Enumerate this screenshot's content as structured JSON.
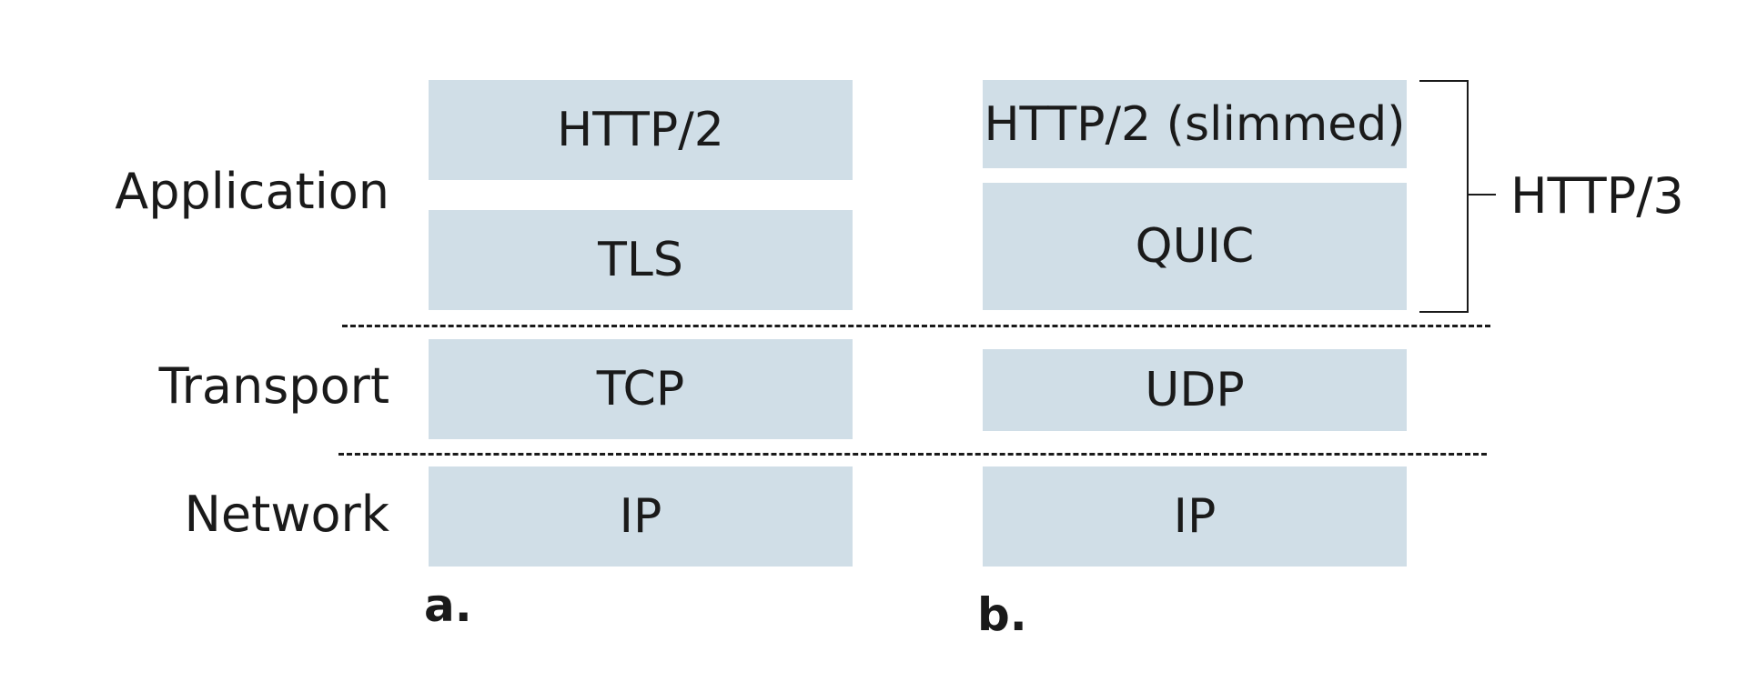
{
  "layers": {
    "application": "Application",
    "transport": "Transport",
    "network": "Network"
  },
  "panel_a": {
    "label": "a.",
    "http": "HTTP/2",
    "tls": "TLS",
    "transport": "TCP",
    "network": "IP"
  },
  "panel_b": {
    "label": "b.",
    "http": "HTTP/2 (slimmed)",
    "quic": "QUIC",
    "transport": "UDP",
    "network": "IP"
  },
  "bracket": {
    "label": "HTTP/3"
  },
  "colors": {
    "box_fill": "#d0dee7",
    "text": "#1a1a1a"
  }
}
